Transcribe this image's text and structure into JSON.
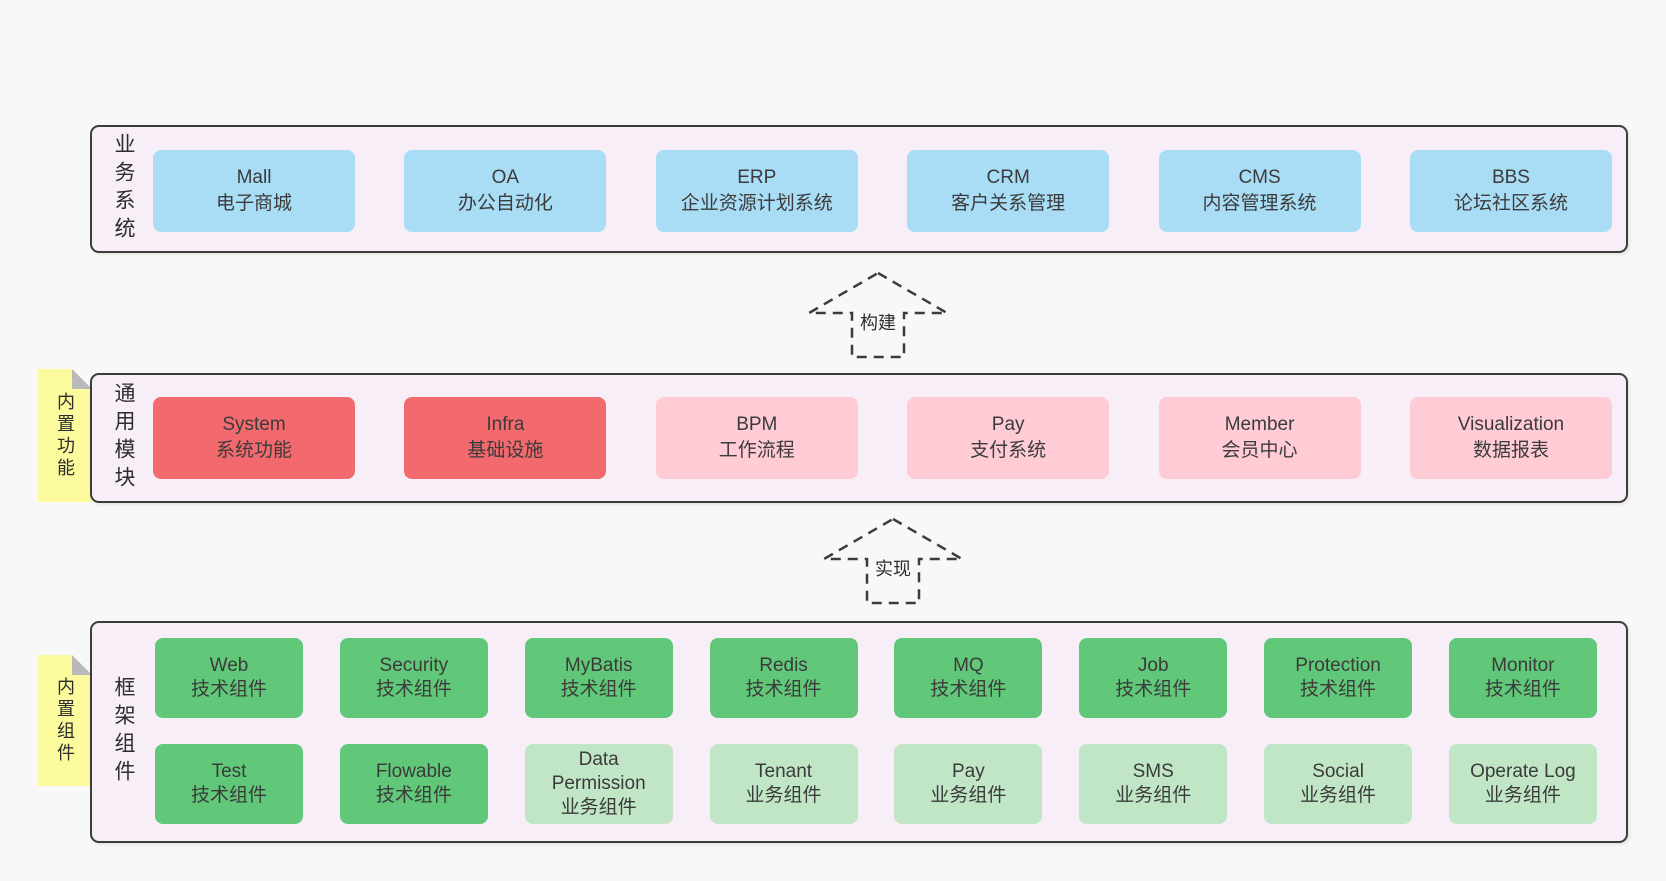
{
  "page_background": "#f8f8f8",
  "colors": {
    "panel_fill": "#f7eef7",
    "panel_border": "#3c3c3c",
    "blue_box": "#a9ddf6",
    "red_box": "#f2696e",
    "pink_box": "#ffcbd5",
    "green_dark_box": "#60c878",
    "green_light_box": "#c0e6c6",
    "note_yellow": "#fbfa9c",
    "note_fold_gray": "#b9b9b9",
    "text": "#3b3b3b"
  },
  "panels": {
    "business": {
      "label": "业务系统",
      "boxes": [
        {
          "name": "Mall",
          "desc": "电子商城",
          "variant": "blue"
        },
        {
          "name": "OA",
          "desc": "办公自动化",
          "variant": "blue"
        },
        {
          "name": "ERP",
          "desc": "企业资源计划系统",
          "variant": "blue"
        },
        {
          "name": "CRM",
          "desc": "客户关系管理",
          "variant": "blue"
        },
        {
          "name": "CMS",
          "desc": "内容管理系统",
          "variant": "blue"
        },
        {
          "name": "BBS",
          "desc": "论坛社区系统",
          "variant": "blue"
        }
      ]
    },
    "modules": {
      "label": "通用模块",
      "note": "内置功能",
      "boxes": [
        {
          "name": "System",
          "desc": "系统功能",
          "variant": "red"
        },
        {
          "name": "Infra",
          "desc": "基础设施",
          "variant": "red"
        },
        {
          "name": "BPM",
          "desc": "工作流程",
          "variant": "pink"
        },
        {
          "name": "Pay",
          "desc": "支付系统",
          "variant": "pink"
        },
        {
          "name": "Member",
          "desc": "会员中心",
          "variant": "pink"
        },
        {
          "name": "Visualization",
          "desc": "数据报表",
          "variant": "pink"
        }
      ]
    },
    "framework": {
      "label": "框架组件",
      "note": "内置组件",
      "rows": [
        [
          {
            "name": "Web",
            "desc": "技术组件",
            "variant": "green-dark"
          },
          {
            "name": "Security",
            "desc": "技术组件",
            "variant": "green-dark"
          },
          {
            "name": "MyBatis",
            "desc": "技术组件",
            "variant": "green-dark"
          },
          {
            "name": "Redis",
            "desc": "技术组件",
            "variant": "green-dark"
          },
          {
            "name": "MQ",
            "desc": "技术组件",
            "variant": "green-dark"
          },
          {
            "name": "Job",
            "desc": "技术组件",
            "variant": "green-dark"
          },
          {
            "name": "Protection",
            "desc": "技术组件",
            "variant": "green-dark"
          },
          {
            "name": "Monitor",
            "desc": "技术组件",
            "variant": "green-dark"
          }
        ],
        [
          {
            "name": "Test",
            "desc": "技术组件",
            "variant": "green-dark"
          },
          {
            "name": "Flowable",
            "desc": "技术组件",
            "variant": "green-dark"
          },
          {
            "name": "Data Permission",
            "desc": "业务组件",
            "variant": "green-light"
          },
          {
            "name": "Tenant",
            "desc": "业务组件",
            "variant": "green-light"
          },
          {
            "name": "Pay",
            "desc": "业务组件",
            "variant": "green-light"
          },
          {
            "name": "SMS",
            "desc": "业务组件",
            "variant": "green-light"
          },
          {
            "name": "Social",
            "desc": "业务组件",
            "variant": "green-light"
          },
          {
            "name": "Operate Log",
            "desc": "业务组件",
            "variant": "green-light"
          }
        ]
      ]
    }
  },
  "arrows": {
    "build": "构建",
    "implement": "实现"
  }
}
